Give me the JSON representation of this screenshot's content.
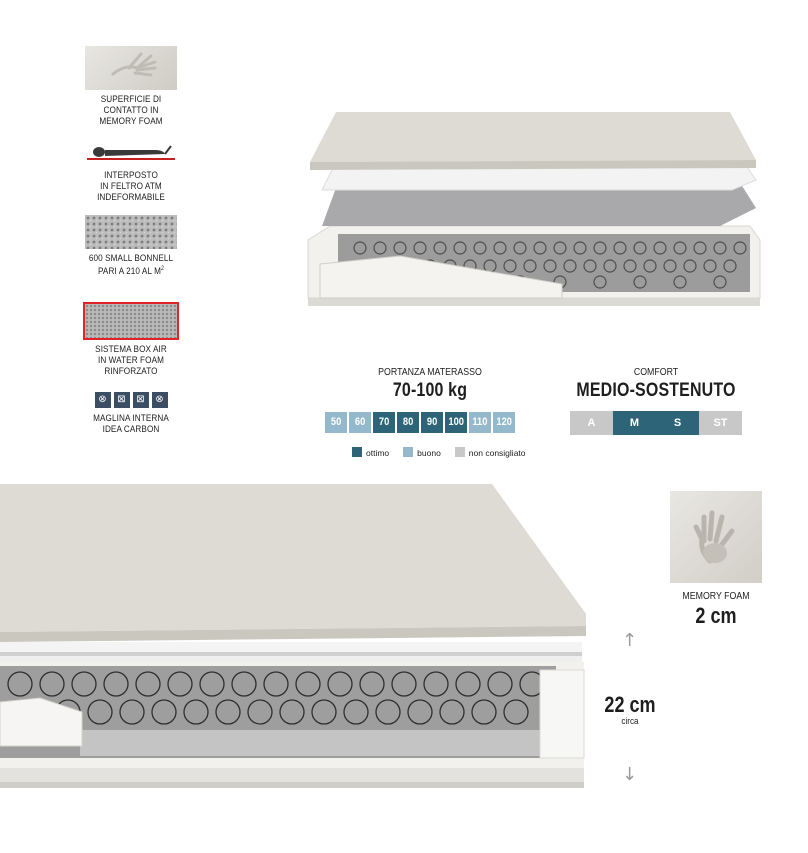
{
  "features": [
    {
      "icon": "memory-foam-hand-icon",
      "caption_lines": [
        "SUPERFICIE DI",
        "CONTATTO IN",
        "MEMORY FOAM"
      ]
    },
    {
      "icon": "lying-person-icon",
      "caption_lines": [
        "INTERPOSTO",
        "IN FELTRO ATM",
        "INDEFORMABILE"
      ]
    },
    {
      "icon": "spring-grid-icon",
      "caption_lines": [
        "600 SMALL BONNELL",
        "pari a 210 al m"
      ],
      "superscript": "2"
    },
    {
      "icon": "box-air-foam-icon",
      "caption_lines": [
        "SISTEMA BOX AIR",
        "IN WATER FOAM",
        "RINFORZATO"
      ]
    },
    {
      "icon": "carbon-knit-icons",
      "caption_lines": [
        "MAGLINA INTERNA",
        "IDEA CARBON"
      ]
    }
  ],
  "support": {
    "title": "PORTANZA MATERASSO",
    "value": "70-100 kg",
    "scale": [
      {
        "label": "50",
        "level": "buono"
      },
      {
        "label": "60",
        "level": "buono"
      },
      {
        "label": "70",
        "level": "ottimo"
      },
      {
        "label": "80",
        "level": "ottimo"
      },
      {
        "label": "90",
        "level": "ottimo"
      },
      {
        "label": "100",
        "level": "ottimo"
      },
      {
        "label": "110",
        "level": "buono"
      },
      {
        "label": "120",
        "level": "buono"
      }
    ],
    "legend": [
      {
        "label": "ottimo",
        "color": "#2e6478"
      },
      {
        "label": "buono",
        "color": "#94b8cc"
      },
      {
        "label": "non consigliato",
        "color": "#c8c8c8"
      }
    ]
  },
  "comfort": {
    "title": "COMFORT",
    "value": "MEDIO-SOSTENUTO",
    "scale": [
      {
        "label": "A",
        "selected": false
      },
      {
        "label": "M",
        "selected": true
      },
      {
        "label": "S",
        "selected": true
      },
      {
        "label": "ST",
        "selected": false
      }
    ],
    "selected_color": "#2e6478",
    "unselected_color": "#c8c8c8"
  },
  "memory_foam": {
    "label": "MEMORY FOAM",
    "value": "2 cm"
  },
  "height": {
    "value": "22 cm",
    "note": "circa"
  },
  "arrows": {
    "up": "↑",
    "down": "↓"
  }
}
